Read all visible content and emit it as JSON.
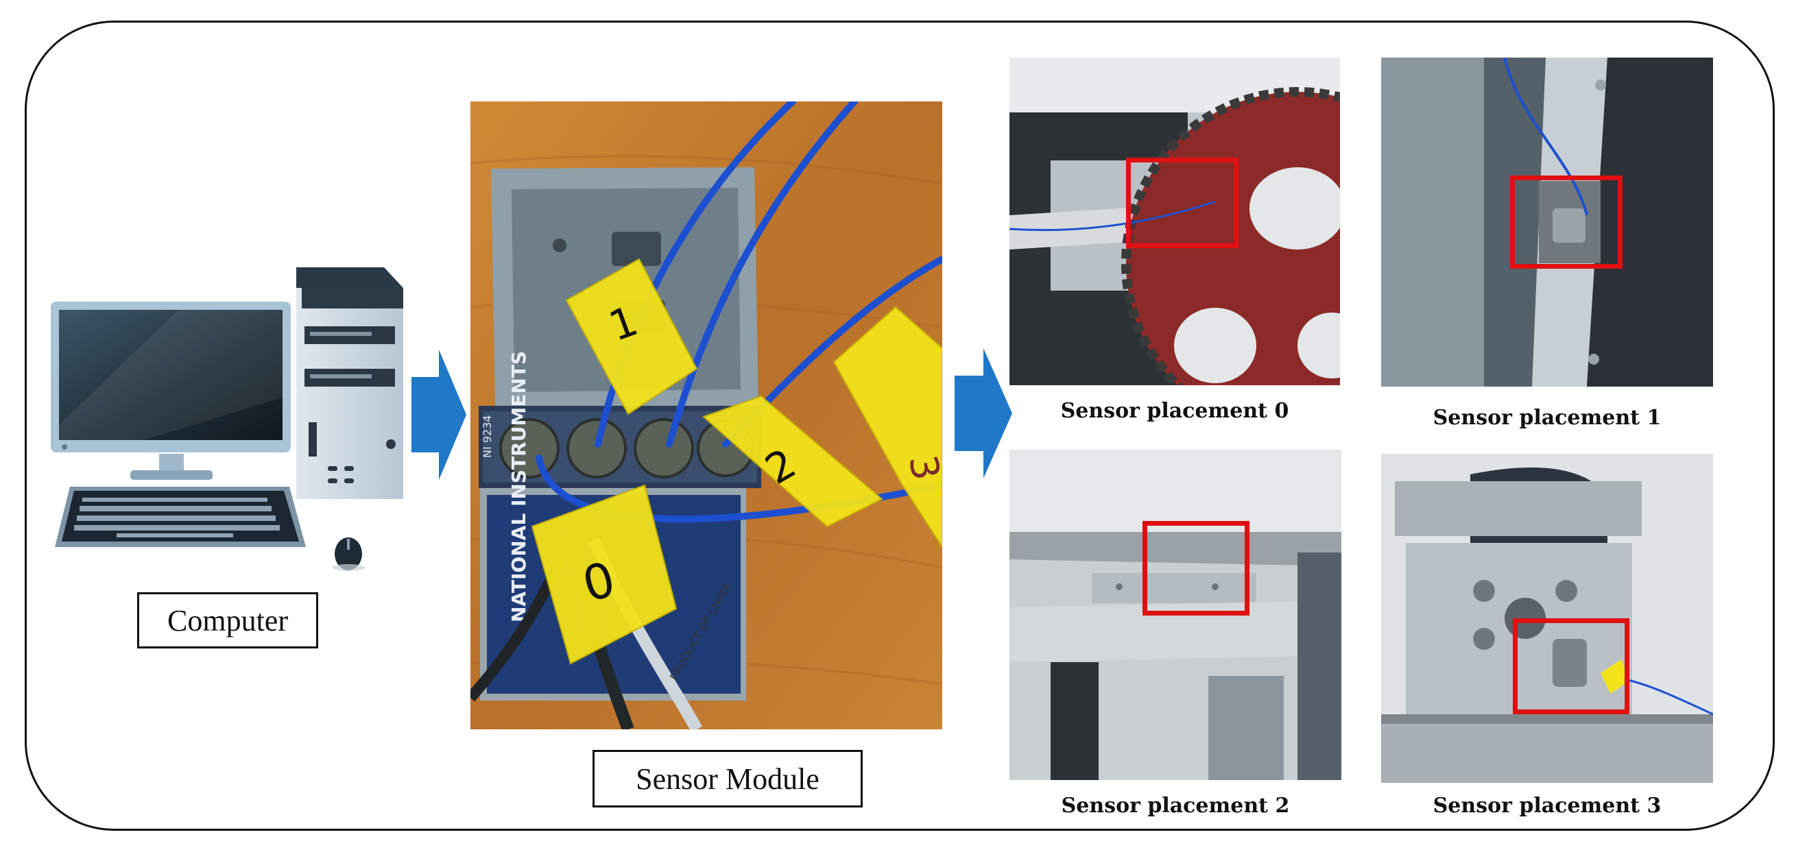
{
  "labels": {
    "computer": "Computer",
    "sensor_module": "Sensor Module"
  },
  "captions": [
    "Sensor placement 0",
    "Sensor placement 1",
    "Sensor placement 2",
    "Sensor placement 3"
  ],
  "module_tags": [
    "1",
    "2",
    "3",
    "0"
  ],
  "module_text": {
    "model": "NI 9234",
    "brand": "NATIONAL INSTRUMENTS",
    "cable": "PRODUCT OF CHINA"
  },
  "colors": {
    "arrow": "#1f78c8",
    "highlight": "#e01010",
    "tape": "#f2e21a",
    "cable": "#1d4fd1",
    "wood": "#c9812e"
  },
  "icons": [
    "monitor-icon",
    "tower-icon",
    "keyboard-icon",
    "mouse-icon",
    "arrow-icon"
  ]
}
